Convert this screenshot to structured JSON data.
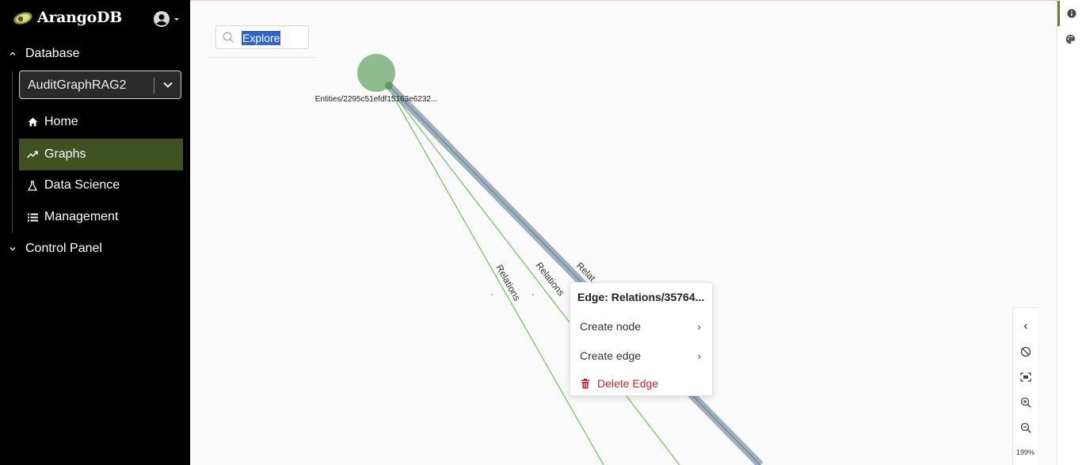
{
  "app": {
    "name": "ArangoDB",
    "accent_color": "#3f5120",
    "sidebar_bg": "#000000"
  },
  "sidebar": {
    "database_section": "Database",
    "selected_database": "AuditGraphRAG2",
    "items": [
      {
        "label": "Home",
        "icon": "home-icon"
      },
      {
        "label": "Graphs",
        "icon": "graph-trend-icon",
        "active": true
      },
      {
        "label": "Data Science",
        "icon": "flask-icon"
      },
      {
        "label": "Management",
        "icon": "list-icon"
      }
    ],
    "control_panel_section": "Control Panel"
  },
  "search": {
    "value": "Explore",
    "icon": "search-icon"
  },
  "graph": {
    "node_label": "Entities/2295c51efdf15163e6232...",
    "node_color": "#8fbc8f",
    "edge_labels": [
      "Relations",
      "Relations",
      "Relat"
    ],
    "highlight_edge_color": "#9eaec4",
    "edge_color": "#7fbf6f"
  },
  "context_menu": {
    "title": "Edge: Relations/35764...",
    "items": [
      {
        "label": "Create node",
        "submenu": "›"
      },
      {
        "label": "Create edge",
        "submenu": "›"
      },
      {
        "label": "Delete Edge",
        "danger": true,
        "icon": "trash-icon"
      }
    ]
  },
  "zoom_controls": {
    "buttons": [
      "collapse-chevron-icon",
      "hide-icon",
      "fit-screen-icon",
      "zoom-in-icon",
      "zoom-out-icon"
    ],
    "level": "199%"
  },
  "right_rail": {
    "buttons": [
      "info-icon",
      "palette-icon"
    ]
  }
}
